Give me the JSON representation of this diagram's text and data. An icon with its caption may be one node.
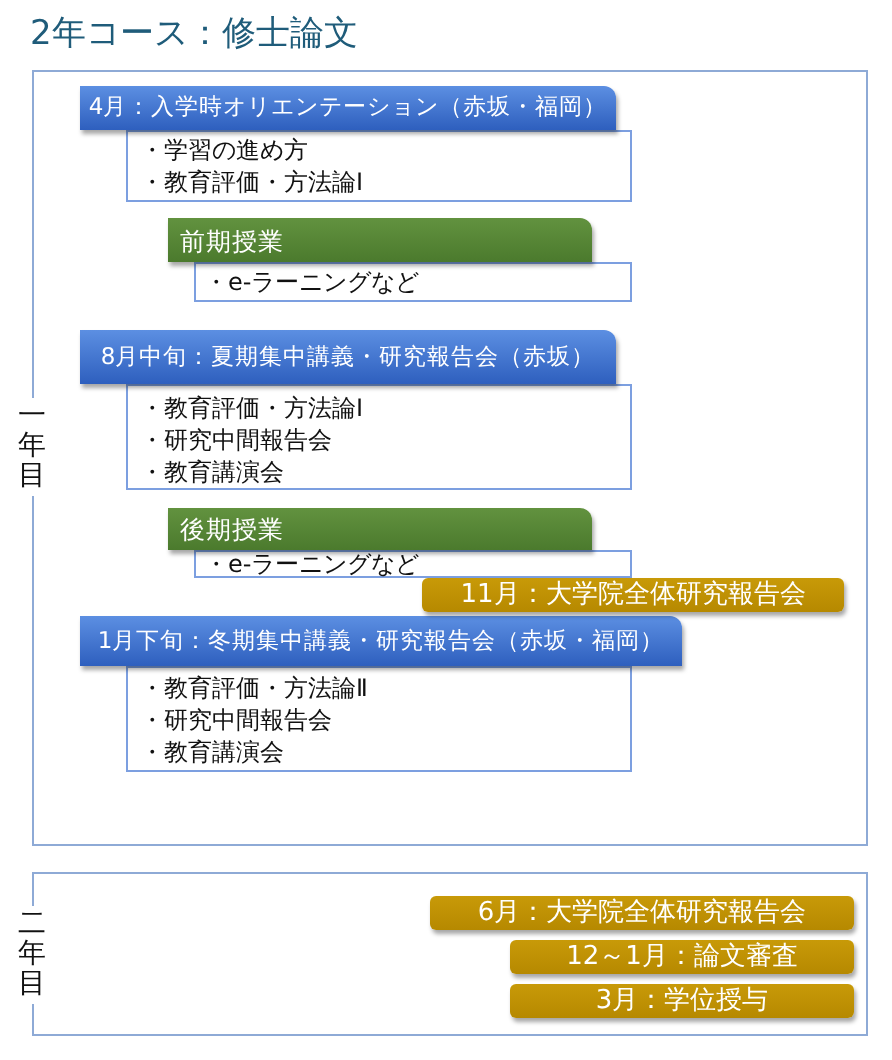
{
  "diagram": {
    "title": "2年コース：修士論文",
    "nodes": [
      {
        "text": [
          "一年目"
        ]
      },
      {
        "text": [
          "4月：入学時オリエンテーション（赤坂・福岡）"
        ],
        "in": 0
      },
      {
        "text": [
          "・学習の進め方",
          "・教育評価・方法論Ⅰ"
        ],
        "in": 0
      },
      {
        "text": [
          "前期授業"
        ],
        "in": 0
      },
      {
        "text": [
          "・e-ラーニングなど"
        ],
        "in": 0
      },
      {
        "text": [
          "8月中旬：夏期集中講義・研究報告会（赤坂）"
        ],
        "in": 0
      },
      {
        "text": [
          "・教育評価・方法論Ⅰ",
          "・研究中間報告会",
          "・教育講演会"
        ],
        "in": 0
      },
      {
        "text": [
          "後期授業"
        ],
        "in": 0
      },
      {
        "text": [
          "・e-ラーニングなど"
        ],
        "in": 0
      },
      {
        "text": [
          "11月：大学院全体研究報告会"
        ],
        "in": 0
      },
      {
        "text": [
          "1月下旬：冬期集中講義・研究報告会（赤坂・福岡）"
        ],
        "in": 0
      },
      {
        "text": [
          "・教育評価・方法論Ⅱ",
          "・研究中間報告会",
          "・教育講演会"
        ],
        "in": 0
      },
      {
        "text": [
          "二年目"
        ]
      },
      {
        "text": [
          "6月：大学院全体研究報告会"
        ],
        "in": 12
      },
      {
        "text": [
          "12～1月：論文審査"
        ],
        "in": 12
      },
      {
        "text": [
          "3月：学位授与"
        ],
        "in": 12
      }
    ]
  }
}
